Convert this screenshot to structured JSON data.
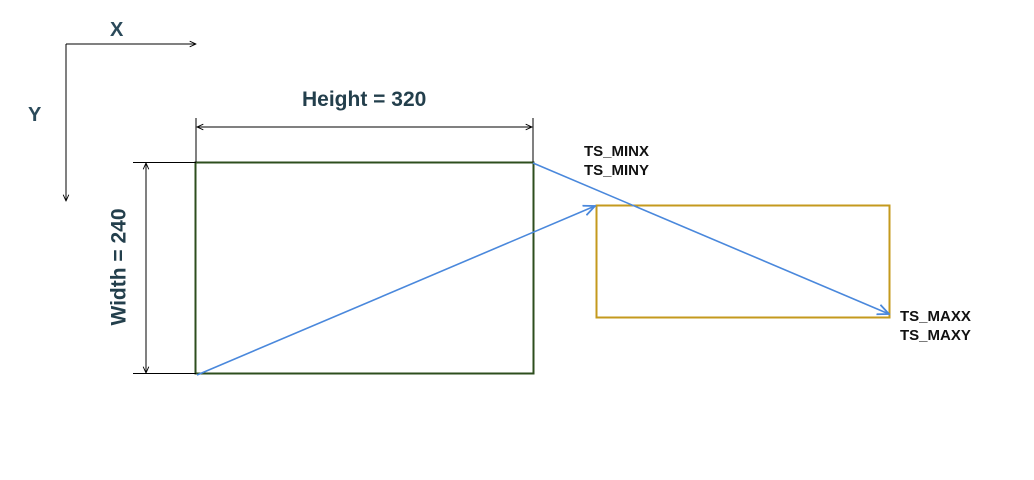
{
  "axes": {
    "x_label": "X",
    "y_label": "Y"
  },
  "screen": {
    "height_label": "Height = 320",
    "width_label": "Width = 240"
  },
  "touch_points": {
    "min_x": "TS_MINX",
    "min_y": "TS_MINY",
    "max_x": "TS_MAXX",
    "max_y": "TS_MAXY"
  },
  "colors": {
    "screen_rect": "#2e4e1e",
    "touch_rect": "#c49a1e",
    "mapping_arrow": "#4a88dc",
    "dimension_line": "#000000",
    "axis_line": "#000000"
  }
}
